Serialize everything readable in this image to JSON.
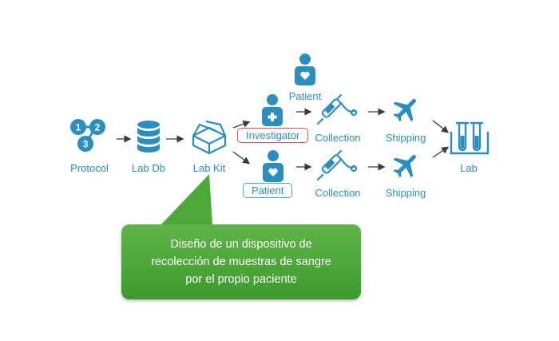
{
  "nodes": {
    "protocol": "Protocol",
    "lab_db": "Lab Db",
    "lab_kit": "Lab Kit",
    "patient_top": "Patient",
    "investigator": "Investigator",
    "patient_bottom": "Patient",
    "collection_top": "Collection",
    "collection_bottom": "Collection",
    "shipping_top": "Shipping",
    "shipping_bottom": "Shipping",
    "lab": "Lab"
  },
  "protocol_steps": [
    "1",
    "2",
    "3"
  ],
  "callout": {
    "lines": [
      "Diseño de un dispositivo de",
      "recolección de muestras de sangre",
      "por el propio paciente"
    ]
  },
  "colors": {
    "icon_blue": "#2a8fc0",
    "label_blue": "#2a8fc0",
    "investigator_border": "#d9534f",
    "patient_border": "#3ea7d6",
    "callout_green": "#4aa638"
  },
  "icons": [
    "protocol-steps-icon",
    "database-icon",
    "box-icon",
    "person-icon",
    "person-plus-icon",
    "person-heart-icon",
    "syringe-icon",
    "airplane-icon",
    "test-tubes-icon"
  ]
}
